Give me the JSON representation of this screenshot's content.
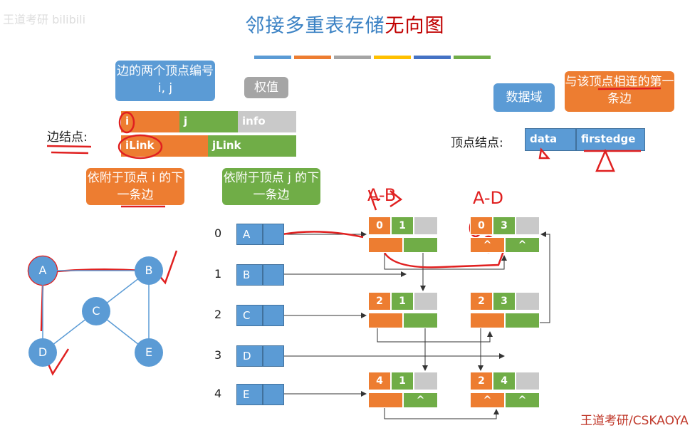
{
  "watermark": "王道考研 bilibili",
  "title": {
    "part1": "邻接多重表存储",
    "part2": "无向图"
  },
  "color_bars": [
    "#5b9bd5",
    "#ed7d31",
    "#a5a5a5",
    "#ffc000",
    "#4472c4",
    "#70ad47"
  ],
  "edge_node": {
    "label": "边结点:",
    "fields": {
      "i": "i",
      "j": "j",
      "info": "info",
      "ilink": "iLink",
      "jlink": "jLink"
    },
    "callout_ij": "边的两个顶点编号i, j",
    "callout_weight": "权值",
    "callout_ilink": "依附于顶点 i 的下一条边",
    "callout_jlink": "依附于顶点 j 的下一条边"
  },
  "vertex_node": {
    "label": "顶点结点:",
    "fields": {
      "data": "data",
      "firstedge": "firstedge"
    },
    "callout_data": "数据域",
    "callout_first": "与该顶点相连的第一条边"
  },
  "vertices": [
    {
      "index": "0",
      "name": "A"
    },
    {
      "index": "1",
      "name": "B"
    },
    {
      "index": "2",
      "name": "C"
    },
    {
      "index": "3",
      "name": "D"
    },
    {
      "index": "4",
      "name": "E"
    }
  ],
  "edges": [
    {
      "i": "0",
      "j": "1",
      "ilink": "",
      "jlink": ""
    },
    {
      "i": "0",
      "j": "3",
      "ilink": "^",
      "jlink": "^"
    },
    {
      "i": "2",
      "j": "1",
      "ilink": "",
      "jlink": ""
    },
    {
      "i": "2",
      "j": "3",
      "ilink": "",
      "jlink": ""
    },
    {
      "i": "4",
      "j": "1",
      "ilink": "",
      "jlink": "^"
    },
    {
      "i": "2",
      "j": "4",
      "ilink": "^",
      "jlink": "^"
    }
  ],
  "annotations": {
    "ab": "A-B",
    "ad": "A-D"
  },
  "graph": {
    "nodes": [
      "A",
      "B",
      "C",
      "D",
      "E"
    ]
  },
  "footer": "王道考研/CSKAOYA"
}
